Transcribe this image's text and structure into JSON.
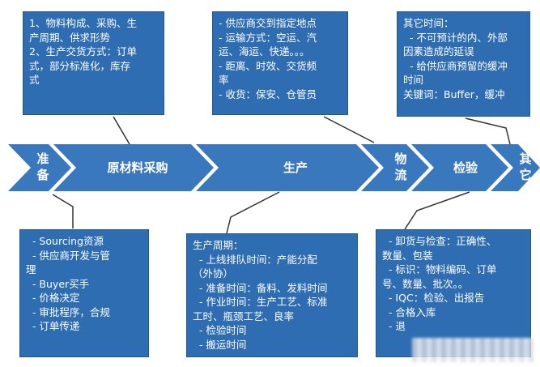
{
  "stages": [
    {
      "id": "prep",
      "label": "准\n备"
    },
    {
      "id": "raw-material",
      "label": "原材料采购"
    },
    {
      "id": "production",
      "label": "生产"
    },
    {
      "id": "logistics",
      "label": "物\n流"
    },
    {
      "id": "inspection",
      "label": "检验"
    },
    {
      "id": "other",
      "label": "其\n它"
    }
  ],
  "boxes": {
    "top_left": [
      "1、物料构成、采购、生",
      "产周期、供求形势",
      "2、生产交货方式：订单",
      "式，部分标准化，库存",
      "式"
    ],
    "top_middle": [
      "- 供应商交到指定地点",
      "- 运输方式：空运、汽",
      "运、海运、快递。。。",
      "- 距离、时效、交货频",
      "率",
      "- 收货：保安、仓管员"
    ],
    "top_right": [
      "其它时间：",
      "  - 不可预计的内、外部",
      "因素造成的延误",
      "  - 给供应商预留的缓冲",
      "时间",
      "关键词：Buffer，缓冲"
    ],
    "bottom_left": [
      "  - Sourcing资源",
      "  - 供应商开发与管",
      "理",
      "  - Buyer买手",
      "  - 价格决定",
      "  - 审批程序，合规",
      "  - 订单传递"
    ],
    "bottom_middle": [
      "生产周期：",
      "  - 上线排队时间：产能分配",
      "（外协）",
      "  - 准备时间：备料、发料时间",
      "  - 作业时间：生产工艺、标准",
      "工时、瓶颈工艺、良率",
      "  - 检验时间",
      "  - 搬运时间"
    ],
    "bottom_right": [
      "  - 卸货与检查：正确性、",
      "数量、包装",
      "  - 标识：物料编码、订单",
      "号、数量、批次。。",
      "  - IQC：检验、出报告",
      "  - 合格入库",
      "  - 退"
    ]
  },
  "colors": {
    "box_fill": "#2f6db3",
    "arrow_fill": "#3a78be",
    "text": "#ffffff",
    "callout_line": "#333333"
  }
}
